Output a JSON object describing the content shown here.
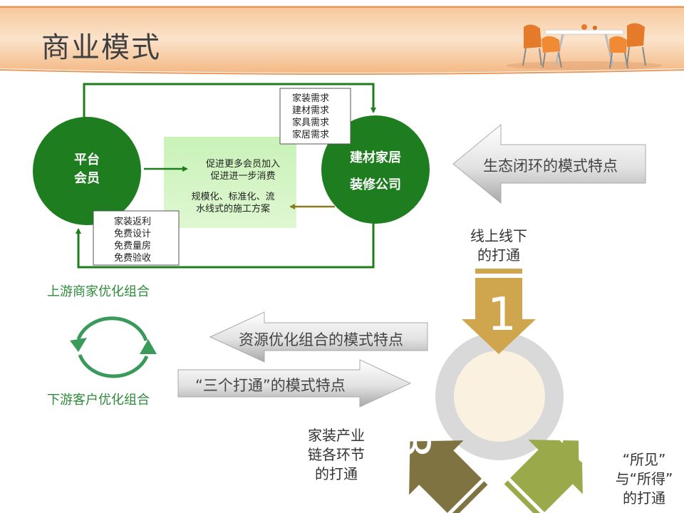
{
  "title": "商业模式",
  "diagram": {
    "left_circle": [
      "平台",
      "会员"
    ],
    "right_circle": [
      "建材家居",
      "装修公司"
    ],
    "top_note": [
      "家装需求",
      "建材需求",
      "家具需求",
      "家居需求"
    ],
    "bottom_note": [
      "家装返利",
      "免费设计",
      "免费量房",
      "免费验收"
    ],
    "center_top": [
      "促进更多会员加入",
      "促进进一步消费"
    ],
    "center_bottom": [
      "规模化、标准化、流",
      "水线式的施工方案"
    ]
  },
  "cycle": {
    "top_label": "上游商家优化组合",
    "bottom_label": "下游客户优化组合"
  },
  "arrows": {
    "eco": "生态闭环的模式特点",
    "resource": "资源优化组合的模式特点",
    "three": "“三个打通”的模式特点"
  },
  "steps": {
    "one": {
      "num": "1",
      "label": [
        "线上线下",
        "的打通"
      ]
    },
    "two": {
      "num": "2",
      "label": [
        "“所见”",
        "与“所得”",
        "的打通"
      ]
    },
    "three": {
      "num": "3",
      "label": [
        "家装产业",
        "链各环节",
        "的打通"
      ]
    }
  },
  "colors": {
    "green_dark": "#1e7d1e",
    "green_text": "#2e8b3a",
    "gold": "#cfa64e",
    "olive": "#9aa94a",
    "brown": "#7f7341",
    "header_orange": "#f2b27a"
  }
}
